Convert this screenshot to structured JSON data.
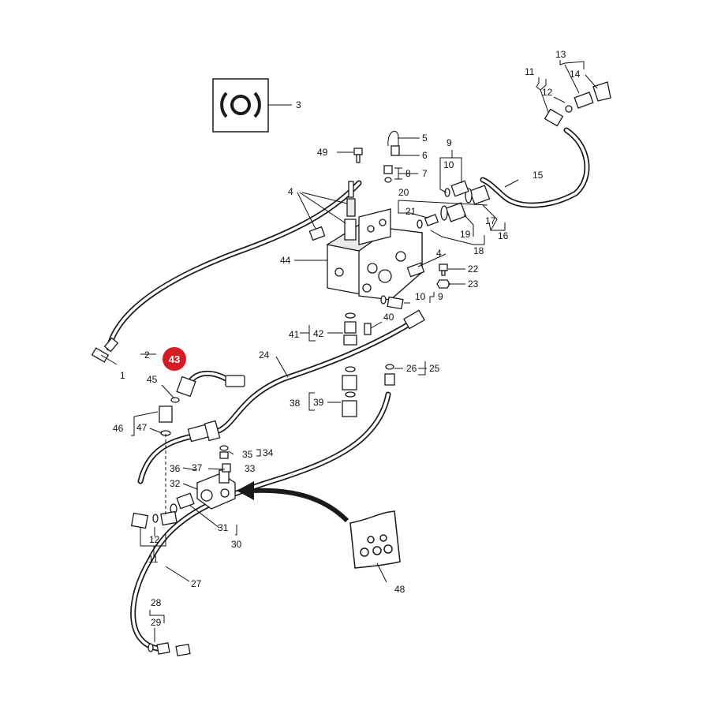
{
  "colors": {
    "line": "#1a1a1a",
    "highlight": "#d41c24",
    "highlight_text": "#ffffff",
    "background": "#ffffff"
  },
  "highlighted_part": "43",
  "callouts": {
    "c1": "1",
    "c2": "2",
    "c3": "3",
    "c4a": "4",
    "c4b": "4",
    "c5": "5",
    "c6": "6",
    "c7": "7",
    "c8": "8",
    "c9a": "9",
    "c9b": "9",
    "c10a": "10",
    "c10b": "10",
    "c11a": "11",
    "c11b": "11",
    "c12a": "12",
    "c12b": "12",
    "c13": "13",
    "c14": "14",
    "c15": "15",
    "c16": "16",
    "c17": "17",
    "c18": "18",
    "c19": "19",
    "c20": "20",
    "c21": "21",
    "c22": "22",
    "c23": "23",
    "c24": "24",
    "c25": "25",
    "c26": "26",
    "c27": "27",
    "c28": "28",
    "c29": "29",
    "c30": "30",
    "c31": "31",
    "c32": "32",
    "c33": "33",
    "c34": "34",
    "c35": "35",
    "c36": "36",
    "c37": "37",
    "c38": "38",
    "c39": "39",
    "c40": "40",
    "c41": "41",
    "c42": "42",
    "c43": "43",
    "c44": "44",
    "c45": "45",
    "c46": "46",
    "c47": "47",
    "c48": "48",
    "c49": "49"
  },
  "icons": {
    "brake_symbol": "brake-warning-icon",
    "direction_arrow": "curved-arrow-icon",
    "kit_bag": "hardware-kit-bag-icon"
  }
}
